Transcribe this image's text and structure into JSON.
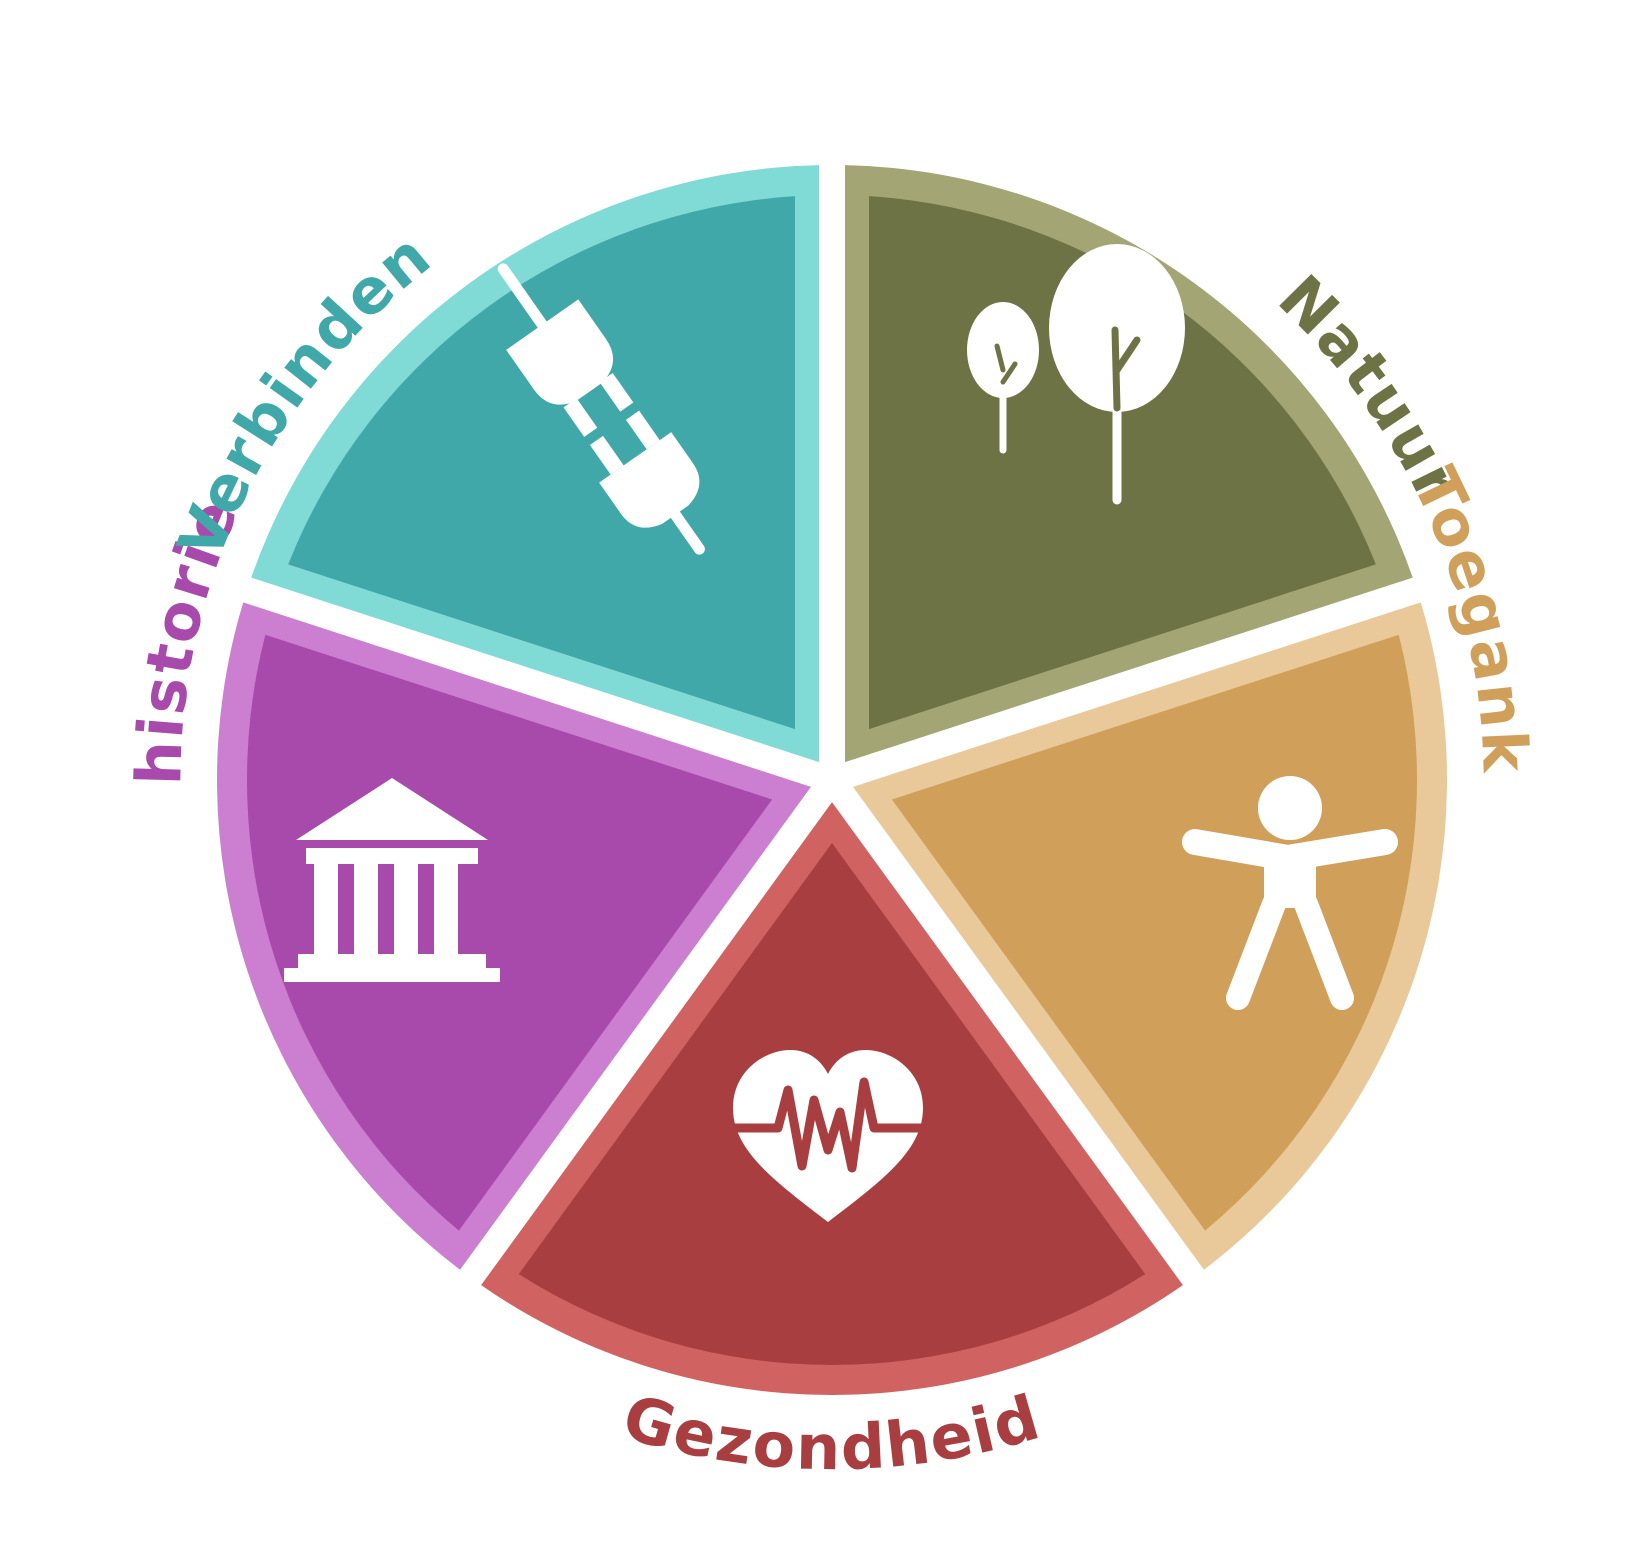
{
  "segments": [
    {
      "label": "Natuur",
      "icon": "trees-icon",
      "fill": "#6E7345",
      "border": "#A3A575",
      "label_color": "#6E7345"
    },
    {
      "label": "Toegankelijkheid",
      "icon": "accessibility-person-icon",
      "fill": "#D0A05A",
      "border": "#E9C99A",
      "label_color": "#D0A05A"
    },
    {
      "label": "Gezondheid",
      "icon": "heart-pulse-icon",
      "fill": "#A83E40",
      "border": "#D06262",
      "label_color": "#A83E40"
    },
    {
      "label": "Cultuurhistorie",
      "icon": "museum-building-icon",
      "fill": "#A84AAB",
      "border": "#CC7FD0",
      "label_color": "#A84AAB"
    },
    {
      "label": "Verbinden",
      "icon": "plug-icon",
      "fill": "#41A8AA",
      "border": "#80DAD6",
      "label_color": "#41A8AA"
    }
  ]
}
